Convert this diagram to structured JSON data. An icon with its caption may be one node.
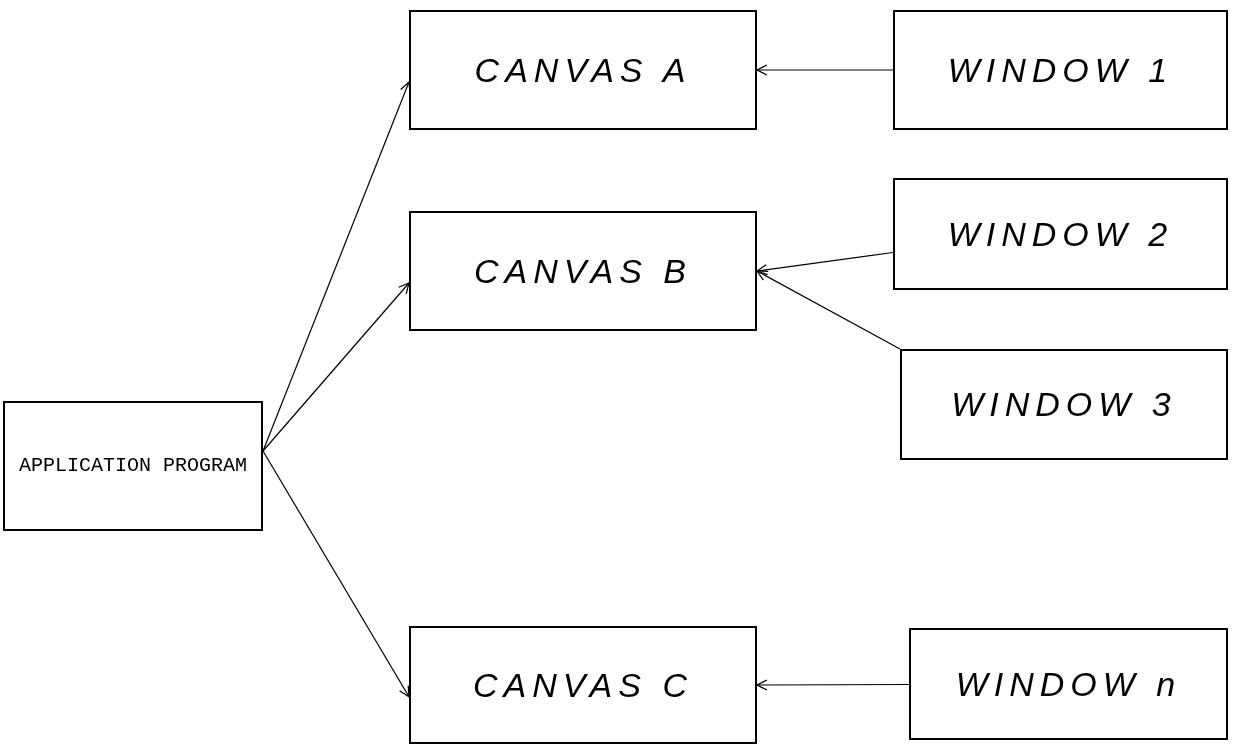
{
  "diagram": {
    "nodes": [
      {
        "text": [
          "APPLICATION PROGRAM"
        ]
      },
      {
        "text": [
          "CANVAS A"
        ]
      },
      {
        "text": [
          "CANVAS B"
        ]
      },
      {
        "text": [
          "CANVAS C"
        ]
      },
      {
        "text": [
          "WINDOW 1"
        ]
      },
      {
        "text": [
          "WINDOW 2"
        ]
      },
      {
        "text": [
          "WINDOW 3"
        ]
      },
      {
        "text": [
          "WINDOW n"
        ]
      }
    ],
    "edges": [
      {
        "from": 0,
        "to": 1,
        "arrow": "to"
      },
      {
        "from": 0,
        "to": 2,
        "arrow": "to"
      },
      {
        "from": 0,
        "to": 3,
        "arrow": "to"
      },
      {
        "from": 4,
        "to": 1,
        "arrow": "to"
      },
      {
        "from": 5,
        "to": 2,
        "arrow": "to"
      },
      {
        "from": 6,
        "to": 2,
        "arrow": "to"
      },
      {
        "from": 7,
        "to": 3,
        "arrow": "to"
      }
    ]
  }
}
